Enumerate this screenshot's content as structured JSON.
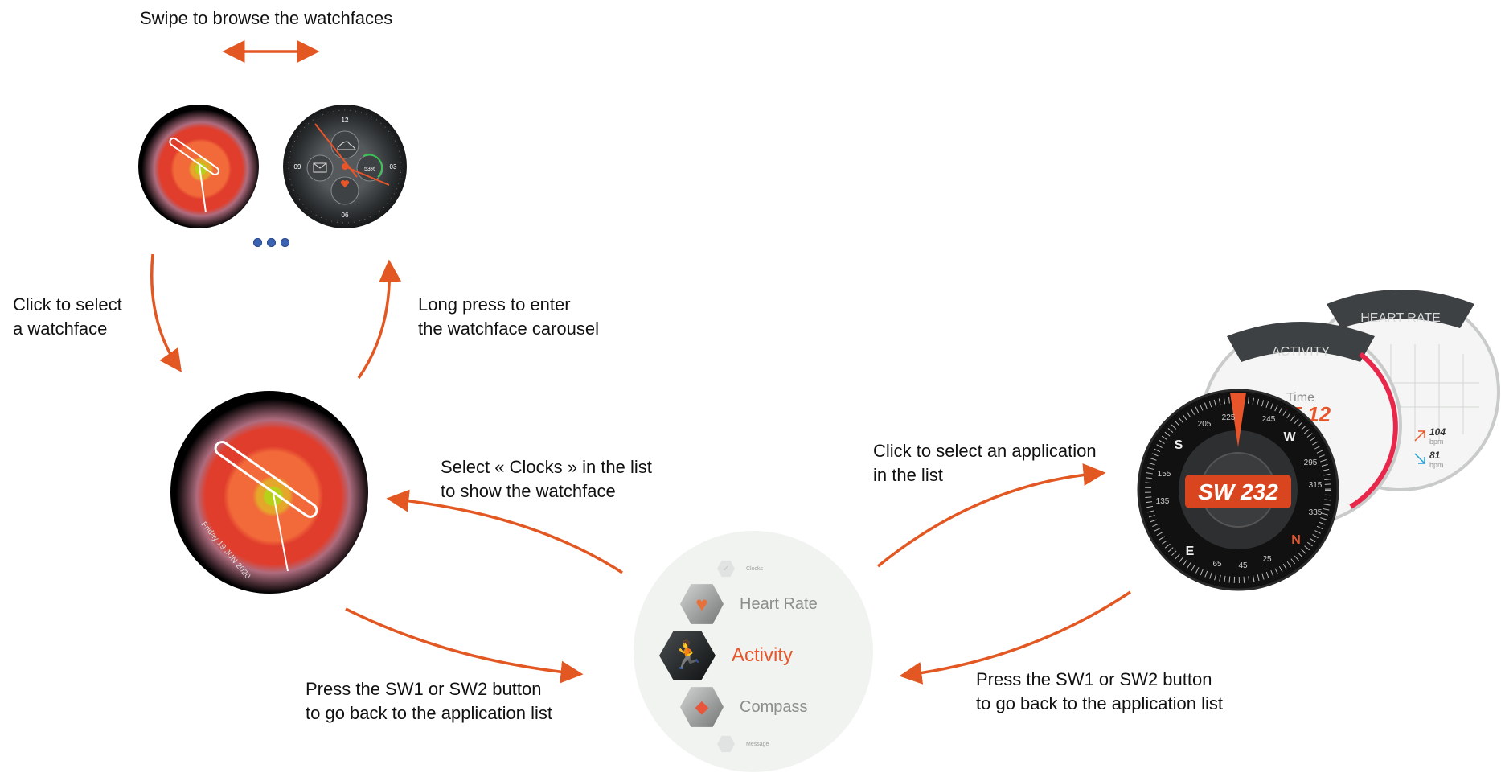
{
  "labels": {
    "swipe": "Swipe to browse the watchfaces",
    "click_select_watchface": "Click to select\na watchface",
    "long_press": "Long press to enter\nthe watchface carousel",
    "select_clocks": "Select « Clocks » in the list\nto show the watchface",
    "press_back_left": "Press the SW1 or SW2 button\nto go back to the application list",
    "click_select_app": "Click to select an application\nin the list",
    "press_back_right": "Press the SW1 or SW2 button\nto go back to the application list"
  },
  "watchface_sport": {
    "hour_12": "12",
    "hour_09": "09",
    "hour_03": "03",
    "hour_06": "06",
    "battery": "53%"
  },
  "watchface_flower": {
    "date": "Friday 19 JUN 2020"
  },
  "app_list": {
    "items": [
      {
        "label": "Clocks",
        "icon": "clock-icon",
        "state": "faded"
      },
      {
        "label": "Heart Rate",
        "icon": "heart-icon",
        "state": "normal"
      },
      {
        "label": "Activity",
        "icon": "runner-icon",
        "state": "selected"
      },
      {
        "label": "Compass",
        "icon": "compass-icon",
        "state": "normal"
      },
      {
        "label": "Message",
        "icon": "message-icon",
        "state": "faded"
      }
    ]
  },
  "heart_rate_screen": {
    "title": "HEART RATE",
    "max_value": "104",
    "max_unit": "bpm",
    "min_value": "81",
    "min_unit": "bpm"
  },
  "activity_screen": {
    "title": "ACTIVITY",
    "time_label": "Time",
    "time_value": "05.12"
  },
  "compass_screen": {
    "heading": "SW 232",
    "cardinals": [
      "S",
      "W",
      "N",
      "E"
    ],
    "degrees": [
      "205",
      "225",
      "245",
      "295",
      "315",
      "335",
      "25",
      "45",
      "65",
      "135",
      "155"
    ]
  },
  "colors": {
    "arrow": "#e25722",
    "dots": "#3b62b3",
    "accent": "#e8552a",
    "list_bg": "#f1f3f1"
  }
}
